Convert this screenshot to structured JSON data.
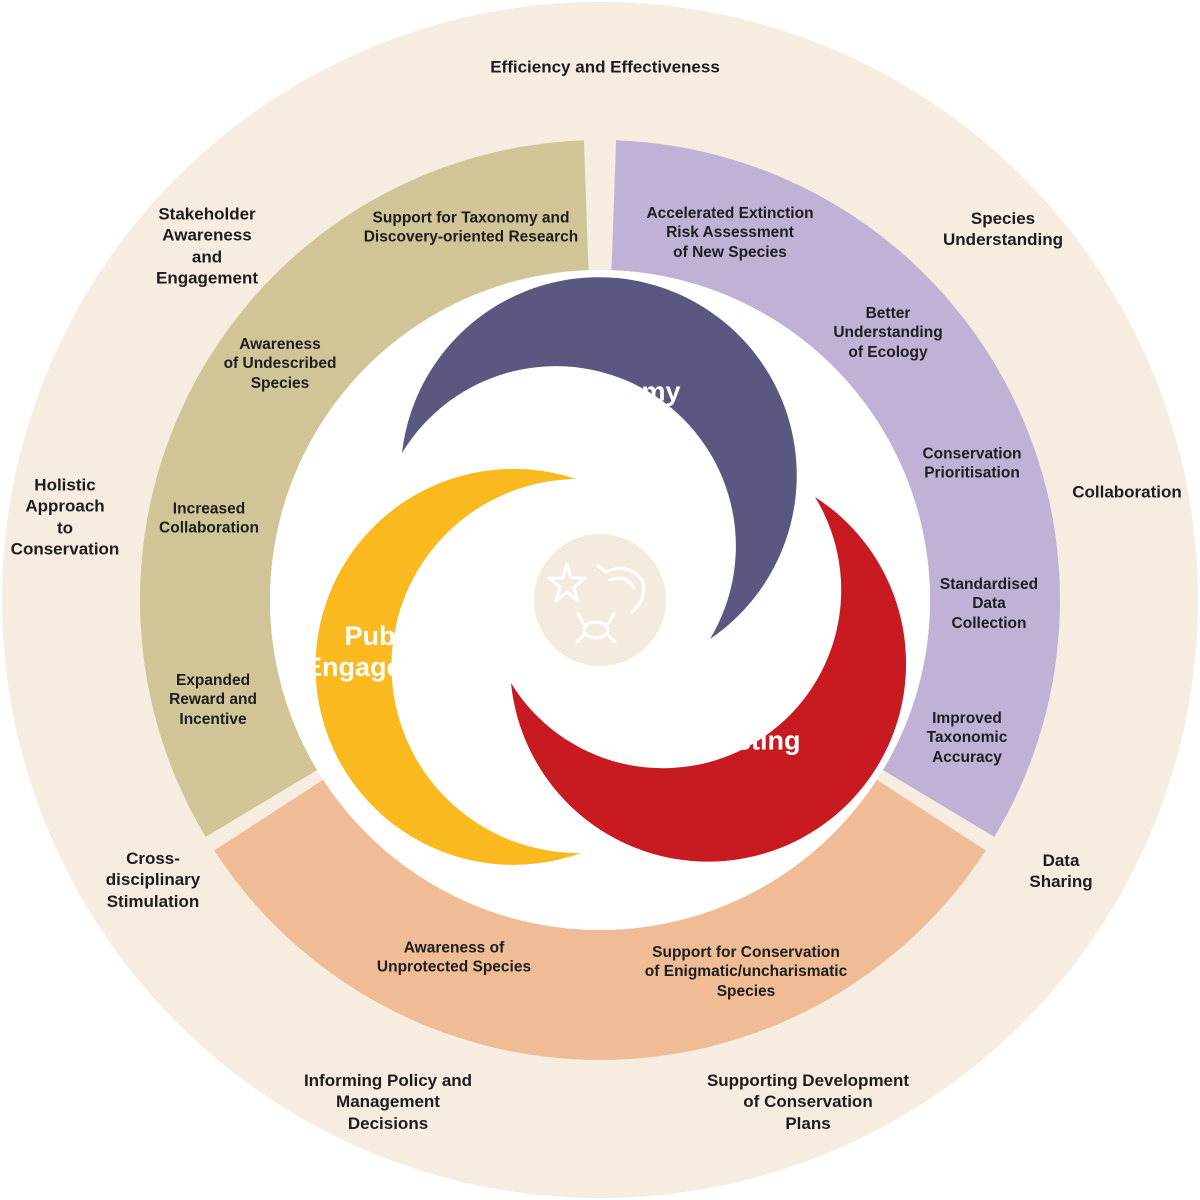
{
  "colors": {
    "outer_ring": "#f6ecdf",
    "band_left": "#d1c597",
    "band_right": "#c0b2d7",
    "band_bottom": "#f0bc96",
    "taxonomy": "#5a5781",
    "red_listing": "#c81a21",
    "public_engagement": "#fbb920",
    "center_disc": "#f3ebdd"
  },
  "outer_ring": {
    "top": "Efficiency and Effectiveness",
    "stakeholder": "Stakeholder\nAwareness\nand\nEngagement",
    "species_understanding": "Species\nUnderstanding",
    "holistic": "Holistic\nApproach\nto\nConservation",
    "collaboration": "Collaboration",
    "cross_disciplinary": "Cross-\ndisciplinary\nStimulation",
    "data_sharing": "Data\nSharing",
    "informing_policy": "Informing Policy and\nManagement\nDecisions",
    "supporting_plans": "Supporting Development\nof Conservation\nPlans"
  },
  "left_band": {
    "support_taxonomy": "Support for Taxonomy and\nDiscovery-oriented Research",
    "awareness_undescribed": "Awareness\nof Undescribed\nSpecies",
    "increased_collaboration": "Increased\nCollaboration",
    "expanded_reward": "Expanded\nReward and\nIncentive"
  },
  "right_band": {
    "accelerated": "Accelerated Extinction\nRisk Assessment\nof New Species",
    "better_ecology": "Better\nUnderstanding\nof  Ecology",
    "prioritisation": "Conservation\nPrioritisation",
    "standardised": "Standardised\nData\nCollection",
    "improved_accuracy": "Improved\nTaxonomic\nAccuracy"
  },
  "bottom_band": {
    "unprotected": "Awareness of\nUnprotected Species",
    "enigmatic": "Support for Conservation\nof Enigmatic/uncharismatic\nSpecies"
  },
  "core": {
    "taxonomy": "Taxonomy",
    "red_listing": "Red Listing",
    "public_engagement": "Public\nEngagement"
  },
  "icons": [
    "starfish-icon",
    "shrimp-icon",
    "crab-icon"
  ]
}
